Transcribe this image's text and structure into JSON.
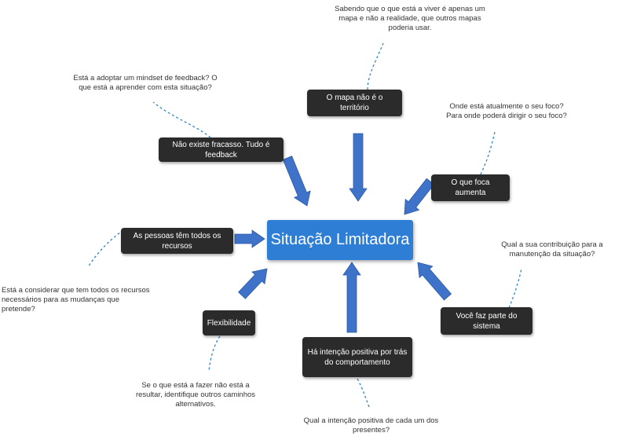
{
  "center": {
    "label": "Situação Limitadora"
  },
  "nodes": {
    "mapa": "O mapa não é o território",
    "fracasso": "Não existe fracasso. Tudo é feedback",
    "foco": "O que foca aumenta",
    "recursos": "As pessoas têm todos os recursos",
    "sistema": "Você faz parte do sistema",
    "flexibilidade": "Flexibilidade",
    "intencao": "Há intenção positiva por trás do comportamento"
  },
  "notes": {
    "mapa": "Sabendo que o que está a viver é apenas um mapa e não a realidade, que outros mapas poderia usar.",
    "fracasso": "Está a adoptar um mindset de feedback? O que está a aprender com esta situação?",
    "foco": "Onde está atualmente o seu foco? Para onde poderá dirigir o seu foco?",
    "recursos": "Está a considerar que tem todos os recursos necessários para as mudanças que pretende?",
    "sistema": "Qual a sua contribuição para a manutenção da situação?",
    "flexibilidade": "Se o que está a fazer não está a resultar, identifique outros caminhos alternativos.",
    "intencao": "Qual a intenção positiva de cada um dos presentes?"
  },
  "colors": {
    "center": "#2f7ed6",
    "node": "#2b2b2b",
    "arrow": "#3f73c9",
    "dash": "#2f86c8"
  }
}
